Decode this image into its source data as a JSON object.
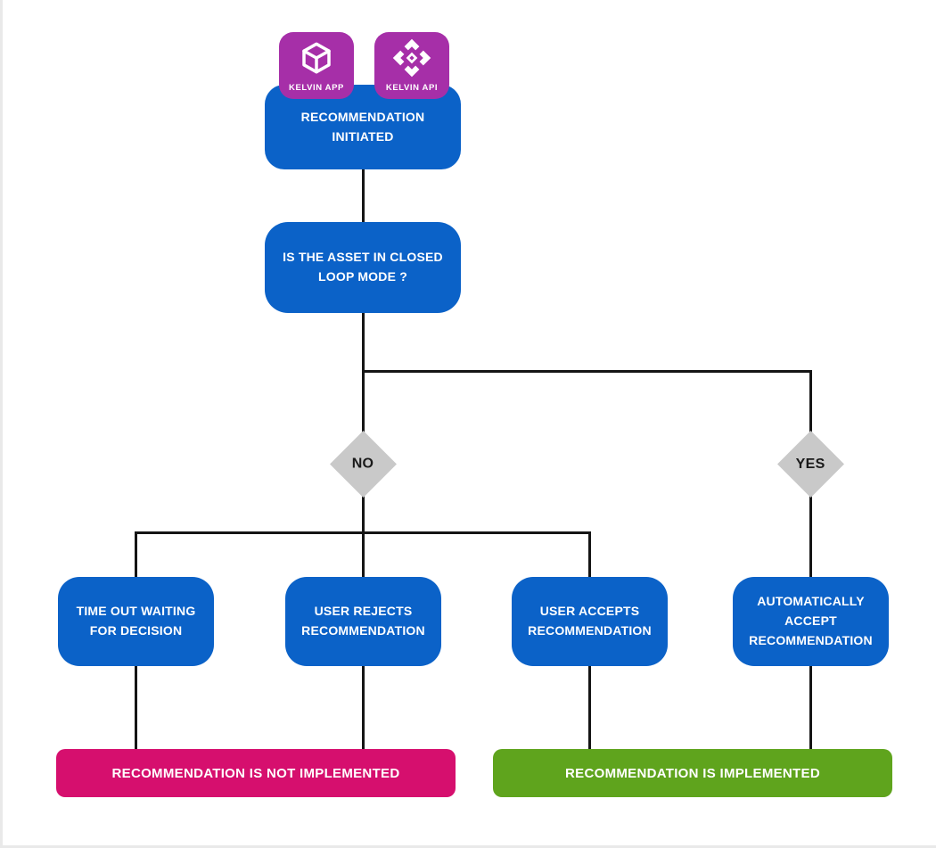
{
  "colors": {
    "blue": "#0b62c8",
    "purple": "#a62fa8",
    "pink": "#d60f6e",
    "green": "#5fa41d",
    "gray": "#c9c9c9",
    "line": "#151515"
  },
  "badges": [
    {
      "label": "KELVIN APP",
      "icon": "cube-icon"
    },
    {
      "label": "KELVIN API",
      "icon": "api-connect-icon"
    }
  ],
  "nodes": {
    "initiated": {
      "text": "RECOMMENDATION INITIATED"
    },
    "question": {
      "text": "IS THE ASSET IN CLOSED LOOP MODE ?"
    },
    "decision_no": {
      "text": "NO"
    },
    "decision_yes": {
      "text": "YES"
    },
    "timeout": {
      "text": "TIME OUT WAITING FOR DECISION"
    },
    "rejects": {
      "text": "USER REJECTS RECOMMENDATION"
    },
    "accepts": {
      "text": "USER ACCEPTS RECOMMENDATION"
    },
    "auto_accept": {
      "text": "AUTOMATICALLY ACCEPT RECOMMENDATION"
    },
    "not_implemented": {
      "text": "RECOMMENDATION IS NOT IMPLEMENTED"
    },
    "implemented": {
      "text": "RECOMMENDATION IS IMPLEMENTED"
    }
  }
}
